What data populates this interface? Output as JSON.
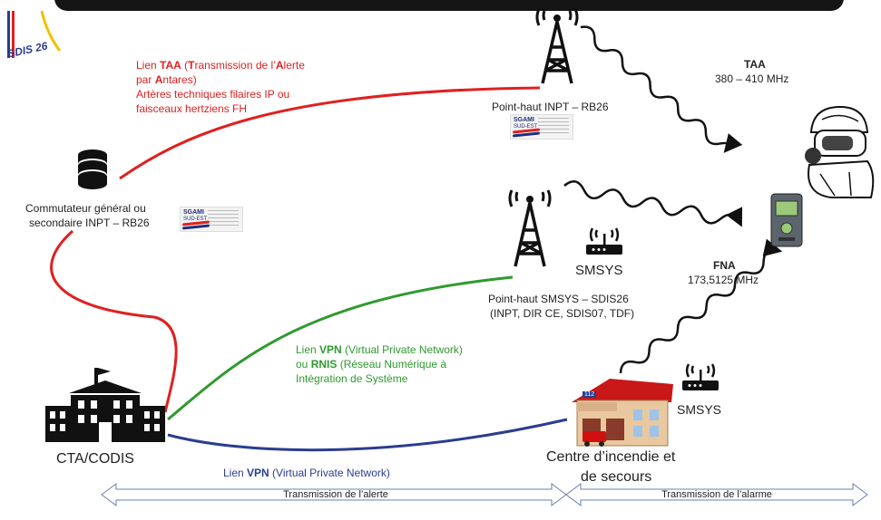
{
  "logo": {
    "text": "SDIS 26"
  },
  "links": {
    "taa": {
      "line1_parts": [
        "Lien ",
        "TAA",
        " (",
        "T",
        "ransmission de l’",
        "A",
        "lerte"
      ],
      "line2_parts": [
        "par ",
        "A",
        "ntares)"
      ],
      "line3": "Artères techniques filaires IP ou",
      "line4": "faisceaux hertziens FH"
    },
    "vpn_rnis": {
      "line1_parts": [
        "Lien ",
        "VPN",
        " (Virtual Private Network)"
      ],
      "line2_parts": [
        "ou ",
        "RNIS",
        " (Réseau Numérique à"
      ],
      "line3": "Intégration de Système"
    },
    "vpn_bottom_parts": [
      "Lien ",
      "VPN",
      " (Virtual Private Network)"
    ]
  },
  "nodes": {
    "commutateur": {
      "line1": "Commutateur général ou",
      "line2": "secondaire INPT – RB26"
    },
    "point_haut_inpt": "Point-haut INPT – RB26",
    "point_haut_smsys": {
      "line1": "Point-haut SMSYS – SDIS26",
      "line2": "(INPT, DIR CE, SDIS07, TDF)"
    },
    "smsys_mid": "SMSYS",
    "smsys_right": "SMSYS",
    "cta": "CTA/CODIS",
    "centre": {
      "line1": "Centre d’incendie et",
      "line2": "de secours"
    },
    "building_number": "112"
  },
  "sgami": {
    "title": "SGAMI",
    "subtitle": "SUD-EST"
  },
  "frequencies": {
    "taa": {
      "name": "TAA",
      "value": "380 – 410 MHz"
    },
    "fna": {
      "name": "FNA",
      "value": "173,5125 MHz"
    }
  },
  "arrows": {
    "left": "Transmission de l’alerte",
    "right": "Transmission de l’alarme"
  },
  "colors": {
    "red": "#e02020",
    "green": "#2e9a2e",
    "blue": "#2a3d8f",
    "dark": "#1a1a1a"
  }
}
